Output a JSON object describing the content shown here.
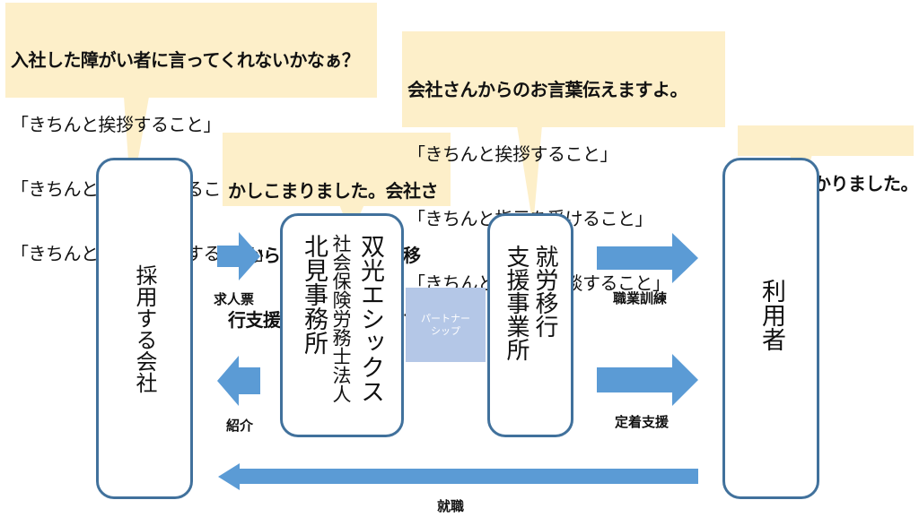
{
  "colors": {
    "bubble_fill": "#fdefc9",
    "node_border": "#41719c",
    "arrow_fill": "#5b9bd5",
    "partner_fill": "#b4c7e7"
  },
  "bubbles": {
    "company": {
      "lines": [
        "入社した障がい者に言ってくれないかなぁ？",
        "「きちんと挨拶すること」",
        "「きちんと指示を受けること」",
        "「きちんと報告・相談すること」"
      ]
    },
    "soukou": {
      "lines": [
        "かしこまりました。会社さ",
        "んからのお言葉を就労移",
        "行支援事業所へ伝えます。"
      ]
    },
    "support_office": {
      "lines": [
        "会社さんからのお言葉伝えますよ。",
        "「きちんと挨拶すること」",
        "「きちんと指示を受けること」",
        "「きちんと報告・相談すること」"
      ]
    },
    "user": {
      "lines": [
        "はい、わかりました。"
      ]
    }
  },
  "nodes": {
    "company": "採用する会社",
    "soukou_line1": "双光エシックス",
    "soukou_line2": "社会保険労務士法人",
    "soukou_line3": "北見事務所",
    "support_line1": "就労移行",
    "support_line2": "支援事業所",
    "user": "利用者"
  },
  "partnership": {
    "line1": "パートナー",
    "line2": "シップ"
  },
  "arrows": {
    "job_offer": "求人票",
    "referral": "紹介",
    "vocational_training": "職業訓練",
    "retention_support": "定着支援",
    "employment": "就職"
  }
}
